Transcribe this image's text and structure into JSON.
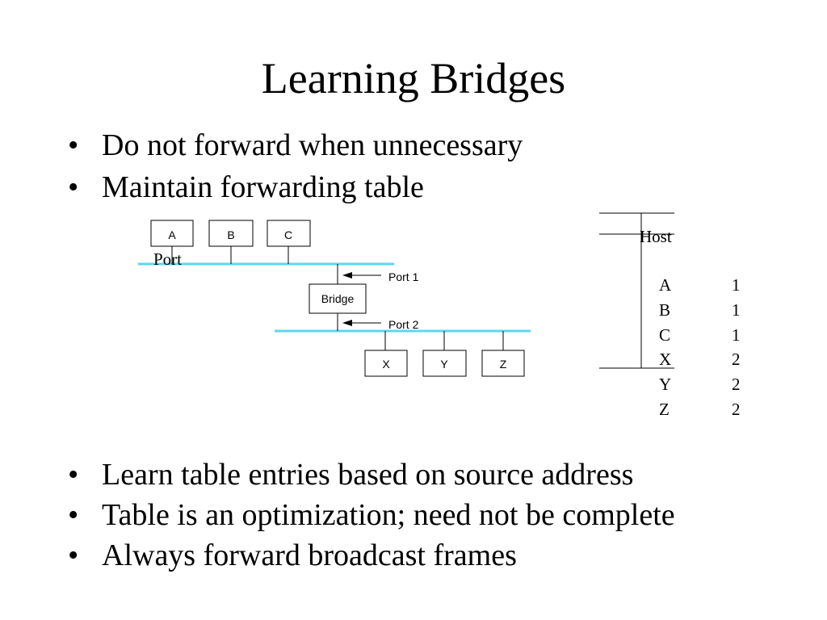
{
  "slide": {
    "title": "Learning Bridges",
    "bullet_glyph": "•",
    "bullets_top": [
      "Do not forward when unnecessary",
      "Maintain forwarding table"
    ],
    "bullets_bottom": [
      "Learn table entries based on source address",
      "Table is an optimization; need not be complete",
      "Always forward broadcast frames"
    ]
  },
  "diagram": {
    "lan_color": "#5ad8f0",
    "hosts_top": [
      "A",
      "B",
      "C"
    ],
    "hosts_bottom": [
      "X",
      "Y",
      "Z"
    ],
    "bridge_label": "Bridge",
    "port1_label": "Port 1",
    "port2_label": "Port 2"
  },
  "forwarding_table": {
    "headers": [
      "Host",
      "Port"
    ],
    "rows": [
      {
        "host": "A",
        "port": "1"
      },
      {
        "host": "B",
        "port": "1"
      },
      {
        "host": "C",
        "port": "1"
      },
      {
        "host": "X",
        "port": "2"
      },
      {
        "host": "Y",
        "port": "2"
      },
      {
        "host": "Z",
        "port": "2"
      }
    ]
  }
}
